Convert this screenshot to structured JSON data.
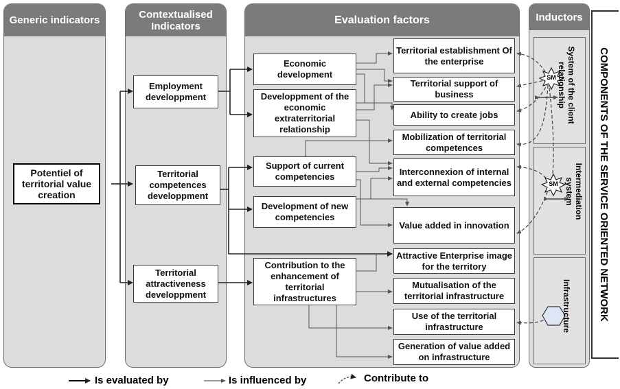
{
  "columns": {
    "generic": "Generic indicators",
    "contextualised": "Contextualised Indicators",
    "evaluation": "Evaluation factors",
    "inductors": "Inductors"
  },
  "generic": {
    "potential": "Potentiel of territorial value creation"
  },
  "contextualised": {
    "employment": "Employment developpment",
    "competences": "Territorial competences developpment",
    "attractiveness": "Territorial attractiveness developpment"
  },
  "evaluation": {
    "economic_development": "Economic development",
    "extraterritorial": "Developpment of the economic extraterritorial relationship",
    "support_competencies": "Support of current competencies",
    "new_competencies": "Development of new competencies",
    "infrastructures": "Contribution to the enhancement of territorial infrastructures"
  },
  "factors": {
    "establishment": "Territorial establishment Of the enterprise",
    "support_business": "Territorial support of business",
    "jobs": "Ability to create jobs",
    "mobilization": "Mobilization of territorial competences",
    "interconnexion": "Interconnexion of internal and external competencies",
    "value_innovation": "Value added in innovation",
    "enterprise_image": "Attractive Enterprise image for  the territory",
    "mutualisation": "Mutualisation of the territorial infrastructure",
    "use_infra": "Use of the territorial infrastructure",
    "generation_value": "Generation of value added on infrastructure"
  },
  "inductors": {
    "client_relationship": "System of the client relationship",
    "intermediation": "Intermediation system",
    "infrastructure": "Infrastructure",
    "sm_badge": "SM"
  },
  "network_label": "COMPONENTS OF THE SERVICE ORIENTED NETWORK",
  "legend": {
    "evaluated": "Is evaluated by",
    "influenced": "Is influenced by",
    "contribute": "Contribute to"
  }
}
